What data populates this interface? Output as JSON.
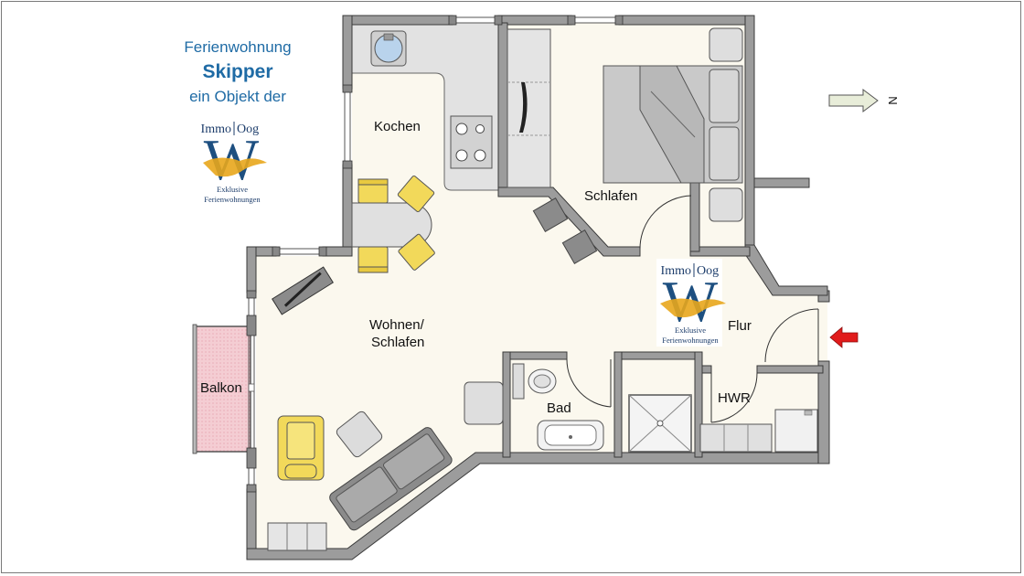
{
  "header": {
    "line1": "Ferienwohnung",
    "line2": "Skipper",
    "line3": "ein Objekt der"
  },
  "logo": {
    "brand_left": "Immo",
    "brand_right": "Oog",
    "initial": "W",
    "tagline1": "Exklusive",
    "tagline2": "Ferienwohnungen"
  },
  "rooms": {
    "kitchen": "Kochen",
    "bedroom": "Schlafen",
    "living_line1": "Wohnen/",
    "living_line2": "Schlafen",
    "balcony": "Balkon",
    "hallway": "Flur",
    "bath": "Bad",
    "utility": "HWR"
  },
  "compass": {
    "label": "N",
    "icon": "north-arrow-icon"
  },
  "entrance": {
    "icon": "entrance-arrow-icon",
    "color": "#e11b1b"
  },
  "colors": {
    "title": "#1f6ba5",
    "wall": "#9c9c9c",
    "wall_edge": "#3a3a3a",
    "floor": "#fbf8ee",
    "kitchen_counter": "#e2e2e2",
    "furniture_dark": "#8b8b8b",
    "furniture_light": "#d8d8d8",
    "yellow_chairs": "#f2d95a",
    "balcony": "#f2c4cc",
    "logo_gold": "#e8a61c"
  }
}
